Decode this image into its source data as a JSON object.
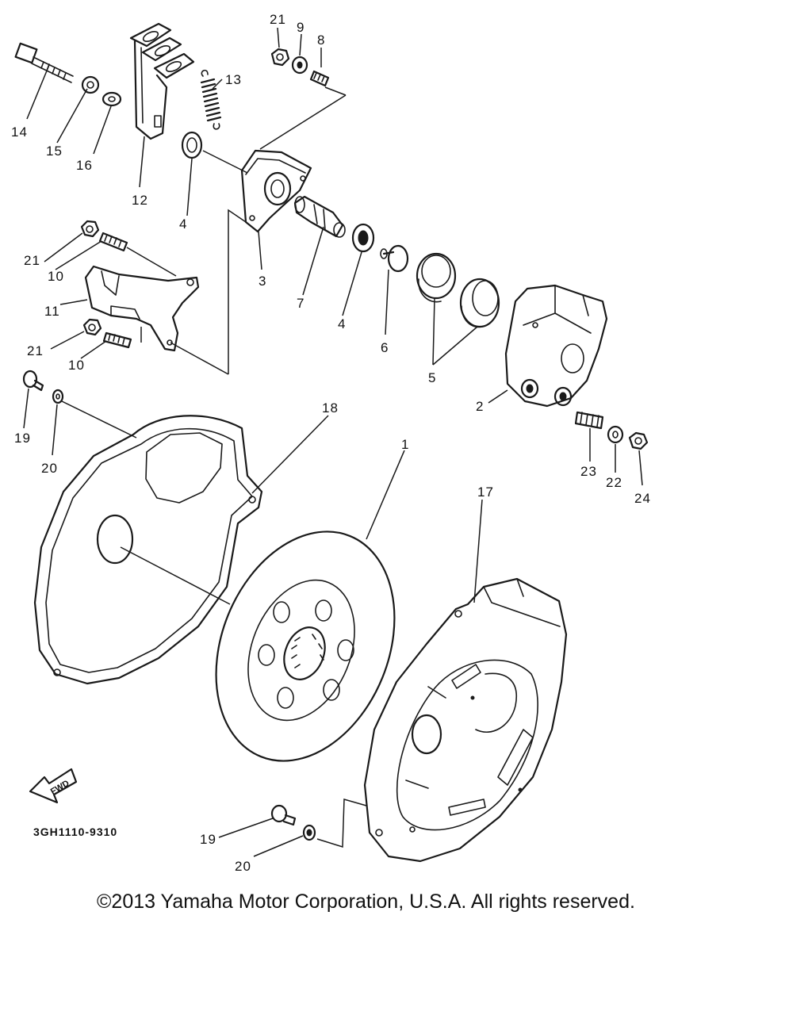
{
  "diagram": {
    "part_numbers": {
      "p1": "1",
      "p2": "2",
      "p3": "3",
      "p4a": "4",
      "p4b": "4",
      "p5": "5",
      "p6": "6",
      "p7": "7",
      "p8": "8",
      "p9": "9",
      "p10a": "10",
      "p10b": "10",
      "p11": "11",
      "p12": "12",
      "p13": "13",
      "p14": "14",
      "p15": "15",
      "p16": "16",
      "p17": "17",
      "p18": "18",
      "p19a": "19",
      "p19b": "19",
      "p20a": "20",
      "p20b": "20",
      "p21a": "21",
      "p21b": "21",
      "p21c": "21",
      "p22": "22",
      "p23": "23",
      "p24": "24"
    },
    "drawing_code": "3GH1110-9310",
    "fwd_label": "FWD"
  },
  "footer": {
    "copyright": "©2013 Yamaha Motor Corporation, U.S.A. All rights reserved."
  }
}
